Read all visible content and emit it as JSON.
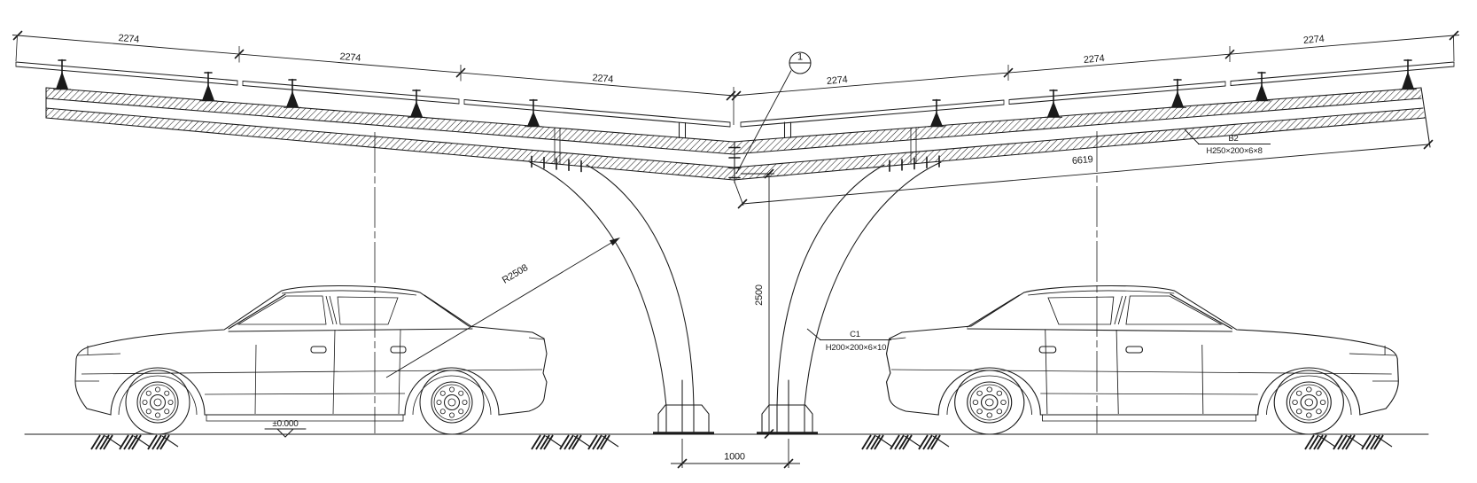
{
  "drawing": {
    "colors": {
      "ink": "#1a1a1a",
      "background": "#ffffff"
    },
    "dims": {
      "top_spans": [
        "2274",
        "2274",
        "2274",
        "2274",
        "2274",
        "2274"
      ],
      "wing_length": "6619",
      "clear_height": "2500",
      "base_spacing": "1000",
      "arm_radius": "R2508",
      "ground_level": "±0.000"
    },
    "labels": {
      "beam": {
        "tag": "B2",
        "spec": "H250×200×6×8"
      },
      "column": {
        "tag": "C1",
        "spec": "H200×200×6×10"
      },
      "detail": {
        "number": "1"
      }
    }
  }
}
